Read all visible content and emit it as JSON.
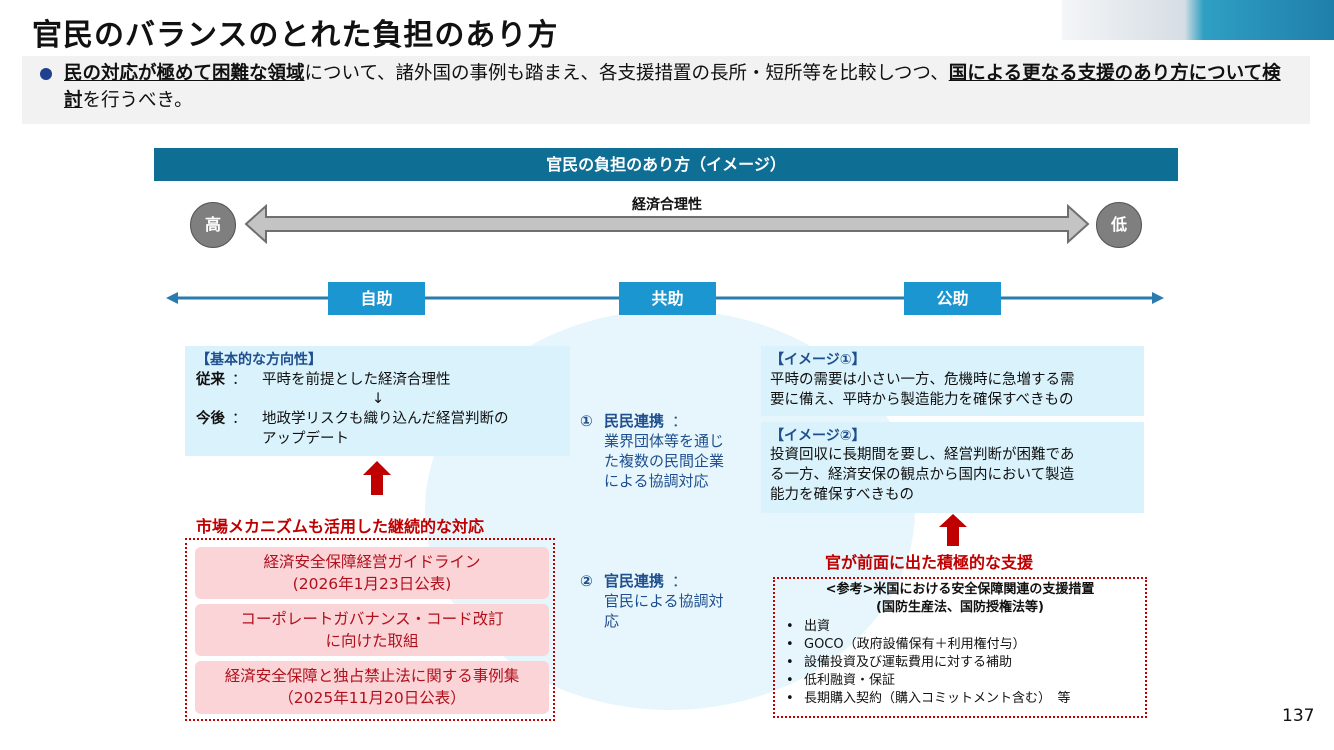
{
  "header": {
    "title": "官民のバランスのとれた負担のあり方"
  },
  "summary": {
    "part1": "民の対応が極めて困難な領域",
    "part2": "について、諸外国の事例も踏まえ、各支援措置の長所・短所等を比較しつつ、",
    "part3": "国による更なる支援のあり方について検討",
    "part4": "を行うべき。"
  },
  "diagram": {
    "band_title": "官民の負担のあり方（イメージ）",
    "axis_label": "経済合理性",
    "high": "高",
    "low": "低",
    "labels": {
      "self": "自助",
      "mutual": "共助",
      "public": "公助"
    }
  },
  "left_box": {
    "heading": "【基本的な方向性】",
    "before_key": "従来",
    "before_sep": "：",
    "before_text": "平時を前提とした経済合理性",
    "down_arrow": "↓",
    "after_key": "今後",
    "after_sep": "：",
    "after_text_1": "地政学リスクも織り込んだ経営判断の",
    "after_text_2": "アップデート"
  },
  "left_heading": "市場メカニズムも活用した継続的な対応",
  "left_items": [
    {
      "line1": "経済安全保障経営ガイドライン",
      "line2": "(2026年1月23日公表)"
    },
    {
      "line1": "コーポレートガバナンス・コード改訂",
      "line2": "に向けた取組"
    },
    {
      "line1": "経済安全保障と独占禁止法に関する事例集",
      "line2": "（2025年11月20日公表）"
    }
  ],
  "middle": {
    "item1_num": "①",
    "item1_title": "民民連携",
    "item1_colon": "：",
    "item1_body": [
      "業界団体等を通じ",
      "た複数の民間企業",
      "による協調対応"
    ],
    "item2_num": "②",
    "item2_title": "官民連携",
    "item2_colon": "：",
    "item2_body": [
      "官民による協調対",
      "応"
    ]
  },
  "right_box1": {
    "heading": "【イメージ①】",
    "lines": [
      "平時の需要は小さい一方、危機時に急増する需",
      "要に備え、平時から製造能力を確保すべきもの"
    ]
  },
  "right_box2": {
    "heading": "【イメージ②】",
    "lines": [
      "投資回収に長期間を要し、経営判断が困難であ",
      "る一方、経済安保の観点から国内において製造",
      "能力を確保すべきもの"
    ]
  },
  "right_heading": "官が前面に出た積極的な支援",
  "reference": {
    "title_1": "<参考>米国における安全保障関連の支援措置",
    "title_2": "(国防生産法、国防授権法等)",
    "items": [
      "出資",
      "GOCO（政府設備保有＋利用権付与）",
      "設備投資及び運転費用に対する補助",
      "低利融資・保証",
      "長期購入契約（購入コミットメント含む）　等"
    ]
  },
  "page_number": "137",
  "colors": {
    "band": "#0f6e94",
    "label_box": "#1c96d0",
    "cyan_box": "#d9f2fb",
    "pink_box": "#fbd4d8",
    "red_accent": "#c00000",
    "axis_line": "#2a7bb0"
  }
}
